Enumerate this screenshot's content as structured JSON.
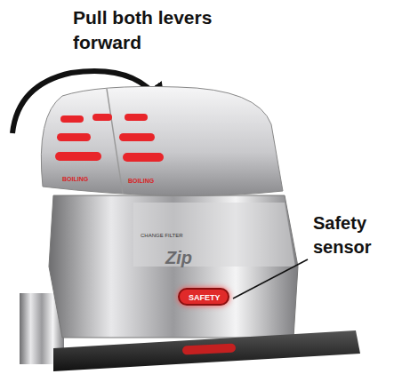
{
  "diagram": {
    "nodes": [
      {
        "text": [
          "SAFETY"
        ]
      }
    ],
    "labels": [
      "Pull both levers forward",
      "BOILING",
      "BOILING",
      "CHANGE FILTER",
      "Zip",
      "Safety sensor"
    ]
  }
}
